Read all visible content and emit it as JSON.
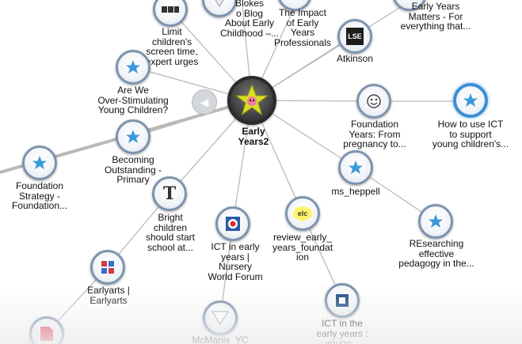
{
  "graph": {
    "center": {
      "label": "Early\nYears2"
    },
    "nodes": [
      {
        "id": "limit",
        "label": "Limit\nchildren's\nscreen time,\nexpert urges",
        "icon": "BBC"
      },
      {
        "id": "blokes",
        "label": "Blokes\no Blog\nAbout Early\nChildhood –...",
        "icon": "triangle"
      },
      {
        "id": "impact",
        "label": "The Impact\nof Early\nYears\nProfessionals",
        "icon": "star"
      },
      {
        "id": "matters",
        "label": "Early Years\nMatters - For\neverything that...",
        "icon": "star"
      },
      {
        "id": "atkinson",
        "label": "Atkinson",
        "icon": "LSE"
      },
      {
        "id": "overstim",
        "label": "Are We\nOver-Stimulating\nYoung Children?",
        "icon": "star"
      },
      {
        "id": "foundyears",
        "label": "Foundation\nYears: From\npregnancy to...",
        "icon": "smiley"
      },
      {
        "id": "howict",
        "label": "How to use ICT\nto support\nyoung children's...",
        "icon": "star"
      },
      {
        "id": "becoming",
        "label": "Becoming\nOutstanding -\nPrimary",
        "icon": "star"
      },
      {
        "id": "foundstrat",
        "label": "Foundation\nStrategy -\nFoundation...",
        "icon": "star"
      },
      {
        "id": "heppell",
        "label": "ms_heppell",
        "icon": "star"
      },
      {
        "id": "bright",
        "label": "Bright\nchildren\nshould start\nschool at...",
        "icon": "T"
      },
      {
        "id": "ictnursery",
        "label": "ICT in early\nyears |\nNursery\nWorld Forum",
        "icon": "target"
      },
      {
        "id": "review",
        "label": "review_early_\nyears_foundat\nion",
        "icon": "elc"
      },
      {
        "id": "researching",
        "label": "REsearching\neffective\npedagogy in the...",
        "icon": "star"
      },
      {
        "id": "earlyarts",
        "label": "Earlyarts |\nEarlyarts",
        "icon": "grid"
      },
      {
        "id": "ictyoung",
        "label": "ICT in the\nearly years :\nyoung...",
        "icon": "square"
      },
      {
        "id": "mcmanis",
        "label": "McManis_YC",
        "icon": "triangle"
      },
      {
        "id": "redpage",
        "label": "",
        "icon": "page"
      }
    ]
  },
  "icons": {
    "star_color": "#3c9ad9",
    "center_star_color": "#d9e021",
    "selected_ring": "#3b8ed6"
  },
  "controls": {
    "back_arrow": "◀"
  }
}
